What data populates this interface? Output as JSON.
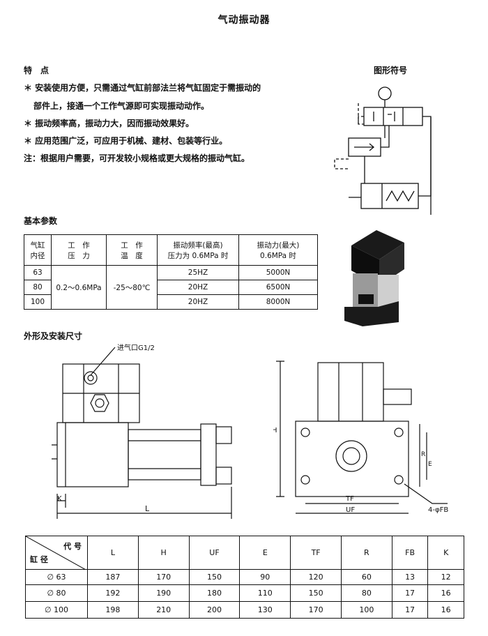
{
  "title": "气动振动器",
  "features": {
    "heading": "特　点",
    "lines": [
      "＊ 安装使用方便，只需通过气缸前部法兰将气缸固定于需振动的",
      "部件上，接通一个工作气源即可实现振动动作。",
      "＊ 振动频率高，振动力大，因而振动效果好。",
      "＊ 应用范围广泛，可应用于机械、建材、包装等行业。",
      "注：根据用户需要，可开发较小规格或更大规格的振动气缸。"
    ]
  },
  "symbol_title": "图形符号",
  "basic_params": {
    "heading": "基本参数",
    "headers": {
      "bore": [
        "气缸",
        "内径"
      ],
      "pressure": [
        "工　作",
        "压　力"
      ],
      "temp": [
        "工　作",
        "温　度"
      ],
      "freq": [
        "振动频率(最高)",
        "压力为 0.6MPa 时"
      ],
      "force": [
        "振动力(最大)",
        "0.6MPa 时"
      ]
    },
    "pressure_value": "0.2～0.6MPa",
    "temp_value": "-25～80℃",
    "rows": [
      {
        "bore": "63",
        "freq": "25HZ",
        "force": "5000N"
      },
      {
        "bore": "80",
        "freq": "20HZ",
        "force": "6500N"
      },
      {
        "bore": "100",
        "freq": "20HZ",
        "force": "8000N"
      }
    ]
  },
  "dimensions": {
    "heading": "外形及安装尺寸",
    "inlet_label": "进气口G1/2",
    "labels": {
      "K": "K",
      "L": "L",
      "H": "H",
      "R": "R",
      "E": "E",
      "TF": "TF",
      "UF": "UF",
      "FB": "4-φFB"
    },
    "table": {
      "header_code": "代 号",
      "header_bore": "缸 径",
      "columns": [
        "L",
        "H",
        "UF",
        "E",
        "TF",
        "R",
        "FB",
        "K"
      ],
      "rows": [
        {
          "bore": "63",
          "values": [
            "187",
            "170",
            "150",
            "90",
            "120",
            "60",
            "13",
            "12"
          ]
        },
        {
          "bore": "80",
          "values": [
            "192",
            "190",
            "180",
            "110",
            "150",
            "80",
            "17",
            "16"
          ]
        },
        {
          "bore": "100",
          "values": [
            "198",
            "210",
            "200",
            "130",
            "170",
            "100",
            "17",
            "16"
          ]
        }
      ],
      "bore_symbol": "∅"
    }
  }
}
